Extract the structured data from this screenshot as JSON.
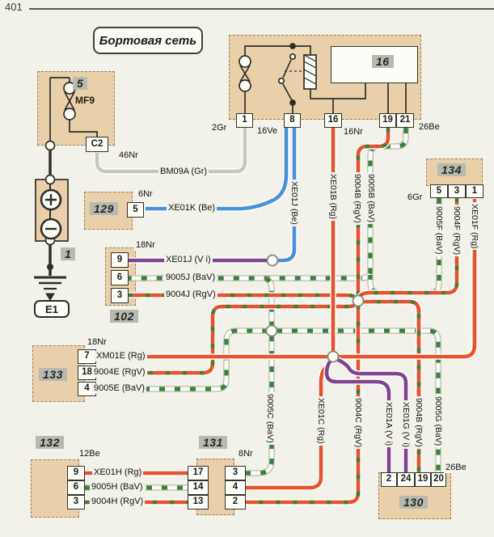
{
  "page": {
    "number": "401",
    "title": "Бортовая сеть"
  },
  "colors": {
    "rg": "#e4532c",
    "green_dash": "#35823a",
    "be": "#4a90d8",
    "vi": "#7e4590",
    "gr": "#c5c9bb",
    "panel_tan": "#e9d0aa",
    "chip_grey": "#b6bab1"
  },
  "components": {
    "c5": {
      "id": "5",
      "fuse": "MF9",
      "connector": "C2"
    },
    "c16": {
      "id": "16",
      "pins": [
        "1",
        "8",
        "16",
        "19",
        "21"
      ]
    },
    "c129": {
      "id": "129",
      "pins": [
        "5"
      ]
    },
    "c102": {
      "id": "102",
      "pins": [
        "9",
        "6",
        "3"
      ]
    },
    "c133": {
      "id": "133",
      "pins": [
        "7",
        "18",
        "4"
      ]
    },
    "c132": {
      "id": "132",
      "pins": [
        "9",
        "6",
        "3"
      ]
    },
    "c131": {
      "id": "131",
      "pins_left": [
        "17",
        "14",
        "13"
      ],
      "pins_right": [
        "3",
        "4",
        "2"
      ]
    },
    "c134": {
      "id": "134",
      "pins": [
        "5",
        "3",
        "1"
      ]
    },
    "c130": {
      "id": "130",
      "pins": [
        "2",
        "24",
        "19",
        "20"
      ]
    },
    "c1": {
      "id": "1",
      "ground": "E1"
    }
  },
  "conn_labels": {
    "n46": "46Nr",
    "gr2": "2Gr",
    "ve16": "16Ve",
    "nr16": "16Nr",
    "be26": "26Be",
    "nr6": "6Nr",
    "nr18a": "18Nr",
    "nr18b": "18Nr",
    "be12": "12Be",
    "nr8": "8Nr",
    "gr6": "6Gr",
    "be26b": "26Be"
  },
  "wire_labels": {
    "bm09a": "BM09A (Gr)",
    "xe01k": "XE01K (Be)",
    "xe01j_vi": "XE01J (V i)",
    "j9005": "9005J (BaV)",
    "j9004": "9004J (RgV)",
    "xm01e": "XM01E (Rg)",
    "e9004": "9004E (RgV)",
    "e9005": "9005E (BaV)",
    "xe01h": "XE01H (Rg)",
    "h9005": "9005H (BaV)",
    "h9004": "9004H (RgV)",
    "xe01j_be": "XE01J (Be)",
    "xe01b": "XE01B (Rg)",
    "b9004": "9004B (RgV)",
    "b9005": "9005B (BaV)",
    "f9005": "9005F (BaV)",
    "f9004": "9004F (RgV)",
    "xe01f": "XE01F (Rg)",
    "c9005": "9005C (BaV)",
    "xe01c": "XE01C (Rg)",
    "c9004": "9004C (RgV)",
    "xe01a": "XE01A (V i)",
    "xe01g": "XE01G (V i)",
    "b9004_2": "9004B (RgV)",
    "g9005": "9005G (BaV)"
  }
}
